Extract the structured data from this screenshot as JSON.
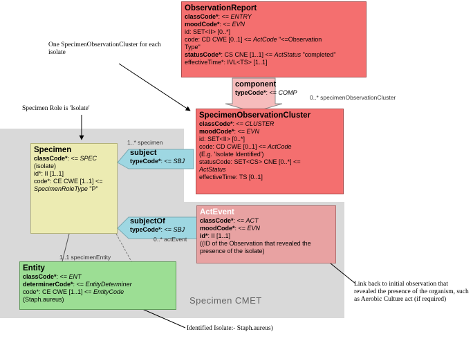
{
  "cmet_label": "Specimen CMET",
  "observation_report": {
    "title": "ObservationReport",
    "lines": [
      {
        "b": "classCode*",
        "n": ": <= ",
        "i": "ENTRY"
      },
      {
        "b": "moodCode*",
        "n": ": <= ",
        "i": "EVN"
      },
      {
        "n": "id: SET<II> [0..*]"
      },
      {
        "n": "code: CD CWE [0..1] <= ",
        "i": "ActCode",
        "n2": " \"<=Observation"
      },
      {
        "n": "Type\""
      },
      {
        "b": "statusCode*",
        "n": ": CS CNE [1..1] <= ",
        "i": "ActStatus",
        "n2": " \"completed\""
      },
      {
        "n": "effectiveTime*: IVL<TS> [1..1]"
      }
    ]
  },
  "component": {
    "title": "component",
    "type_code_label": "typeCode*",
    "type_code_sep": ": <= ",
    "type_code_value": "COMP",
    "cardinality": "0..* specimenObservationCluster"
  },
  "specimen_observation_cluster": {
    "title": "SpecimenObservationCluster",
    "lines": [
      {
        "b": "classCode*",
        "n": ": <= ",
        "i": "CLUSTER"
      },
      {
        "b": "moodCode*",
        "n": ": <= ",
        "i": "EVN"
      },
      {
        "n": "id: SET<II> [0..*]"
      },
      {
        "n": "code: CD CWE [0..1] <= ",
        "i": "ActCode"
      },
      {
        "n": " (E.g. 'Isolate Identified')"
      },
      {
        "n": "statusCode: SET<CS> CNE [0..*] <="
      },
      {
        "i": "ActStatus"
      },
      {
        "n": "effectiveTime: TS [0..1]"
      }
    ]
  },
  "specimen": {
    "title": "Specimen",
    "lines": [
      {
        "b": "classCode*",
        "n": ": <= ",
        "i": "SPEC"
      },
      {
        "n": "(isolate)"
      },
      {
        "n": "id*: II [1..1]"
      },
      {
        "n": "code*: CE CWE [1..1] <="
      },
      {
        "i": "SpecimenRoleType",
        "n2": " \"P\""
      }
    ]
  },
  "subject": {
    "title": "subject",
    "type_code_label": "typeCode*",
    "type_code_sep": ": <= ",
    "type_code_value": "SBJ",
    "cardinality": "1..* specimen"
  },
  "subject_of": {
    "title": "subjectOf",
    "type_code_label": "typeCode*",
    "type_code_sep": ": <= ",
    "type_code_value": "SBJ",
    "cardinality": "0..* actEvent"
  },
  "act_event": {
    "title": "ActEvent",
    "lines": [
      {
        "b": "classCode*",
        "n": ": <= ",
        "i": "ACT"
      },
      {
        "b": "moodCode*",
        "n": ": <= ",
        "i": "EVN"
      },
      {
        "b": "id*",
        "n": ": II [1..1]"
      },
      {
        "n": " ((ID of the Observation that revealed the"
      },
      {
        "n": "presence of the isolate)"
      }
    ]
  },
  "entity": {
    "title": "Entity",
    "lines": [
      {
        "b": "classCode*",
        "n": ": <= ",
        "i": "ENT"
      },
      {
        "b": "determinerCode*",
        "n": ": <= ",
        "i": "EntityDeterminer"
      },
      {
        "n": "code*: CE CWE [1..1] <= ",
        "i": "EntityCode"
      },
      {
        "n": " (Staph.aureus)"
      }
    ]
  },
  "entity_link_label": "1..1 specimenEntity",
  "notes": {
    "one_cluster": "One SpecimenObservationCluster for each isolate",
    "specimen_role": "Specimen Role is 'Isolate'",
    "link_back": "Link back to initial observation that revealed the presence of the organism, such as Aerobic Culture act (if required)",
    "identified": "Identified Isolate:- Staph.aureus)"
  }
}
